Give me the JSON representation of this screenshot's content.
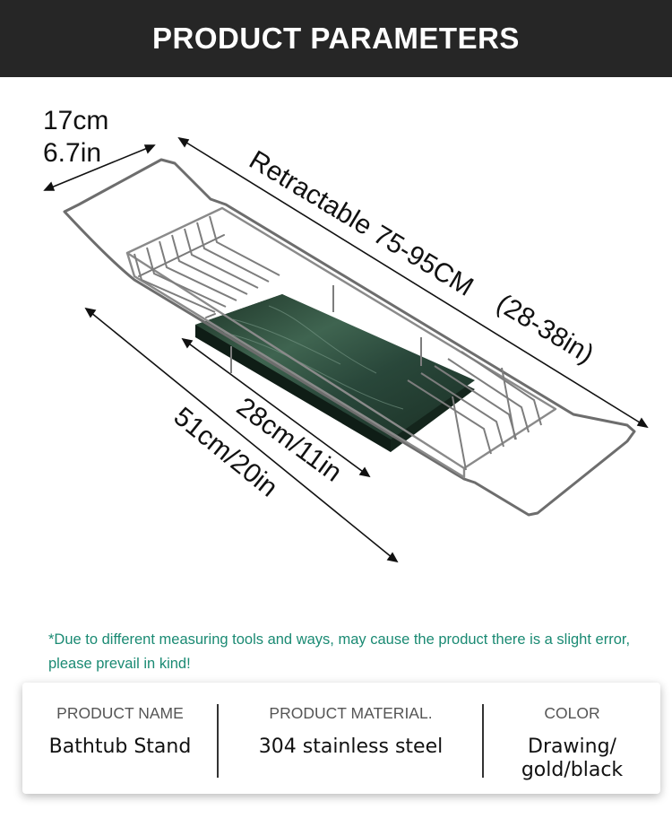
{
  "header": {
    "title": "PRODUCT PARAMETERS"
  },
  "dimensions": {
    "width_cm": "17cm",
    "width_in": "6.7in",
    "retractable": "Retractable 75-95CM",
    "retractable_in": "(28-38in)",
    "board": "28cm/11in",
    "depth": "51cm/20in"
  },
  "note": "*Due to different measuring tools and ways, may cause the product there is a slight error, please prevail in kind!",
  "params": [
    {
      "label": "PRODUCT NAME",
      "value": "Bathtub Stand"
    },
    {
      "label": "PRODUCT MATERIAL.",
      "value": "304 stainless steel"
    },
    {
      "label": "COLOR",
      "value": "Drawing/ gold/black"
    }
  ],
  "colors": {
    "header_bg": "#262626",
    "note": "#1a8a73",
    "marble": "#2e4a3c"
  }
}
